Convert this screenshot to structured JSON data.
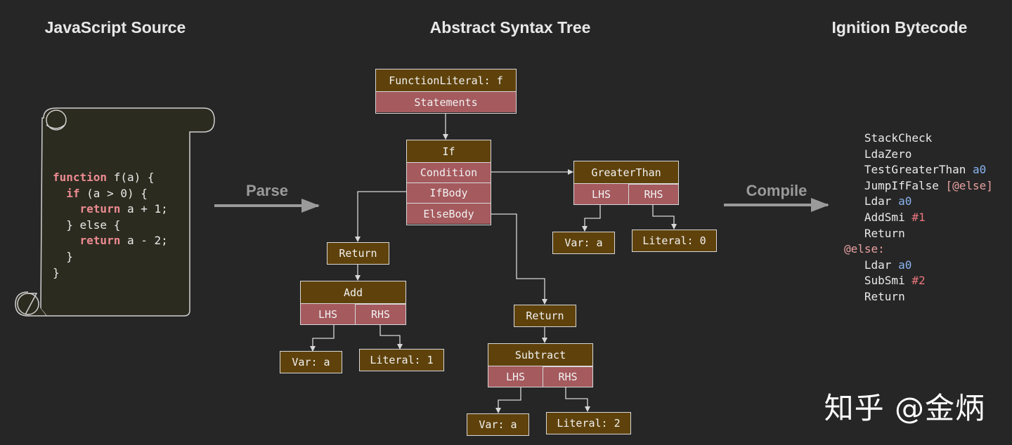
{
  "headings": {
    "source": "JavaScript Source",
    "ast": "Abstract Syntax Tree",
    "bytecode": "Ignition Bytecode"
  },
  "arrows": {
    "parse": "Parse",
    "compile": "Compile"
  },
  "source_code": {
    "lines": [
      {
        "kw": "function",
        "rest": " f(a) {"
      },
      {
        "indent": "  ",
        "kw": "if",
        "rest": " (a > 0) {"
      },
      {
        "indent": "    ",
        "kw": "return",
        "rest": " a + 1;"
      },
      {
        "indent": "  ",
        "kw": "",
        "rest": "} else {"
      },
      {
        "indent": "    ",
        "kw": "return",
        "rest": " a - 2;"
      },
      {
        "indent": "  ",
        "kw": "",
        "rest": "}"
      },
      {
        "indent": "",
        "kw": "",
        "rest": "}"
      }
    ]
  },
  "ast": {
    "function_literal": {
      "title": "FunctionLiteral: f",
      "field": "Statements"
    },
    "if": {
      "title": "If",
      "fields": [
        "Condition",
        "IfBody",
        "ElseBody"
      ]
    },
    "greater_than": {
      "title": "GreaterThan",
      "lhs": "LHS",
      "rhs": "RHS"
    },
    "gt_var": "Var: a",
    "gt_literal": "Literal: 0",
    "return_if": "Return",
    "add": {
      "title": "Add",
      "lhs": "LHS",
      "rhs": "RHS"
    },
    "add_var": "Var: a",
    "add_literal": "Literal: 1",
    "return_else": "Return",
    "subtract": {
      "title": "Subtract",
      "lhs": "LHS",
      "rhs": "RHS"
    },
    "sub_var": "Var: a",
    "sub_literal": "Literal: 2"
  },
  "bytecode": {
    "lines": [
      {
        "op": "StackCheck",
        "arg": "",
        "arg_type": ""
      },
      {
        "op": "LdaZero",
        "arg": "",
        "arg_type": ""
      },
      {
        "op": "TestGreaterThan",
        "arg": "a0",
        "arg_type": "reg"
      },
      {
        "op": "JumpIfFalse",
        "arg": "[@else]",
        "arg_type": "lbl"
      },
      {
        "op": "Ldar",
        "arg": "a0",
        "arg_type": "reg"
      },
      {
        "op": "AddSmi",
        "arg": "#1",
        "arg_type": "num"
      },
      {
        "op": "Return",
        "arg": "",
        "arg_type": ""
      },
      {
        "label": "@else:"
      },
      {
        "op": "Ldar",
        "arg": "a0",
        "arg_type": "reg"
      },
      {
        "op": "SubSmi",
        "arg": "#2",
        "arg_type": "num"
      },
      {
        "op": "Return",
        "arg": "",
        "arg_type": ""
      }
    ]
  },
  "watermark": "知乎 @金炳",
  "colors": {
    "background": "#262626",
    "node_brown": "#5f420b",
    "node_red": "#a55a5e",
    "keyword": "#ec8b92",
    "register": "#8ab4f0",
    "immediate": "#e9757c"
  }
}
